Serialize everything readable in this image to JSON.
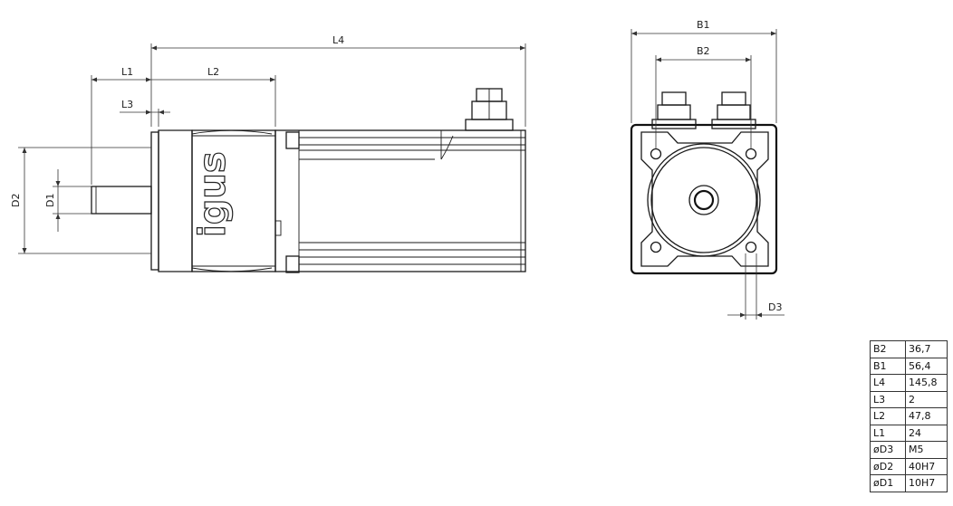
{
  "side_view": {
    "dims": {
      "L4": "L4",
      "L1": "L1",
      "L2": "L2",
      "L3": "L3",
      "D2": "D2",
      "D1": "D1"
    },
    "logo_text": "igus"
  },
  "front_view": {
    "dims": {
      "B1": "B1",
      "B2": "B2",
      "D3": "D3"
    }
  },
  "dimension_table": [
    {
      "name": "B2",
      "value": "36,7"
    },
    {
      "name": "B1",
      "value": "56,4"
    },
    {
      "name": "L4",
      "value": "145,8"
    },
    {
      "name": "L3",
      "value": "2"
    },
    {
      "name": "L2",
      "value": "47,8"
    },
    {
      "name": "L1",
      "value": "24"
    },
    {
      "name": "øD3",
      "value": "M5"
    },
    {
      "name": "øD2",
      "value": "40H7"
    },
    {
      "name": "øD1",
      "value": "10H7"
    }
  ]
}
